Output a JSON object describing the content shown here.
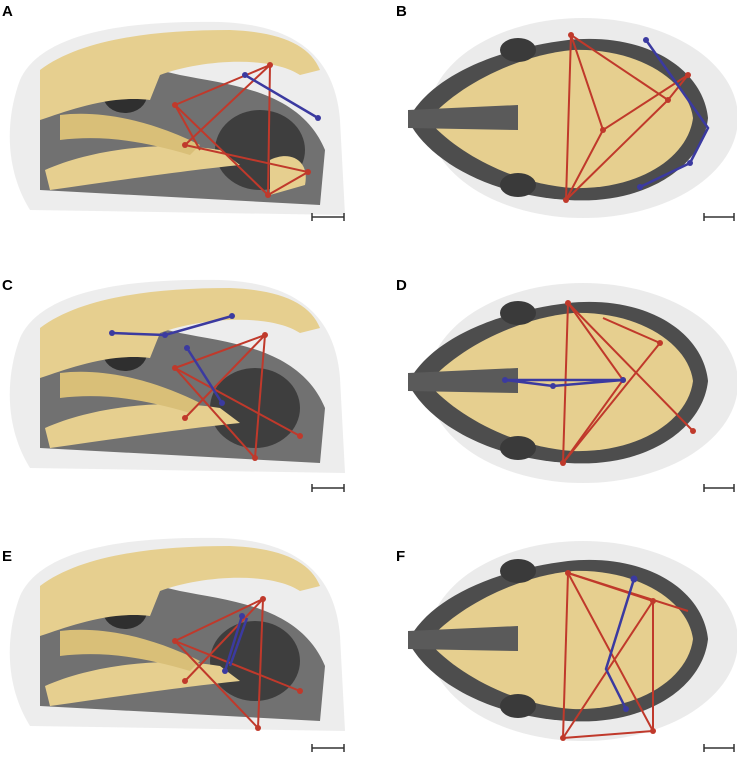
{
  "figure": {
    "panels": [
      {
        "id": "A",
        "label": "A",
        "view": "lateral"
      },
      {
        "id": "B",
        "label": "B",
        "view": "dorsal"
      },
      {
        "id": "C",
        "label": "C",
        "view": "lateral"
      },
      {
        "id": "D",
        "label": "D",
        "view": "dorsal"
      },
      {
        "id": "E",
        "label": "E",
        "view": "lateral"
      },
      {
        "id": "F",
        "label": "F",
        "view": "dorsal"
      }
    ]
  },
  "colors": {
    "bone": "#e6cf8f",
    "bone_dark": "#c9ac62",
    "soft_tissue": "#5a5a5a",
    "halo": "#d8d8d8",
    "measure_red": "#c0392b",
    "measure_blue": "#3b3aa0",
    "scale_bar": "#333333"
  }
}
